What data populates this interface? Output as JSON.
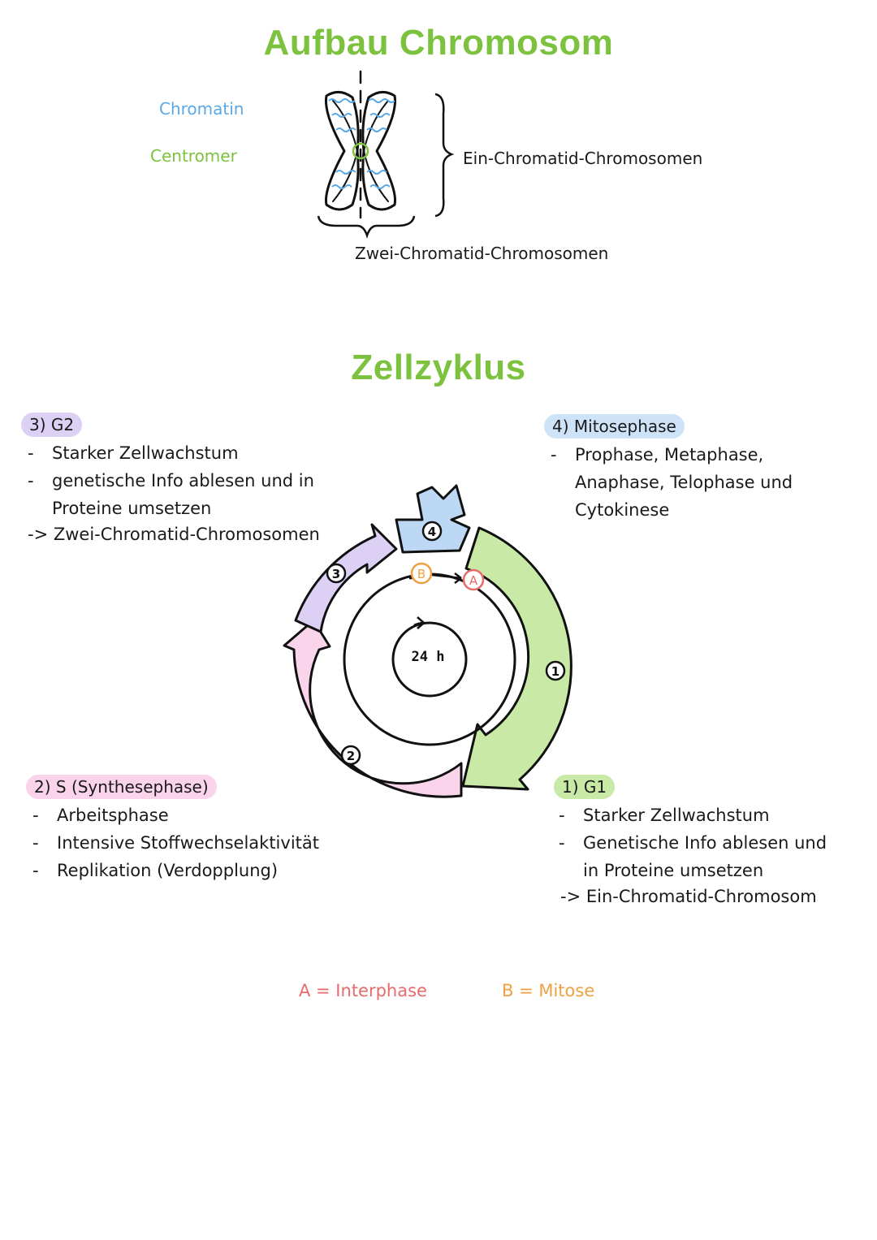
{
  "chromosome": {
    "title": "Aufbau Chromosom",
    "label_chromatin": "Chromatin",
    "label_centromer": "Centromer",
    "label_ein": "Ein-Chromatid-Chromosomen",
    "label_zwei": "Zwei-Chromatid-Chromosomen"
  },
  "cycle": {
    "title": "Zellzyklus",
    "center_label": "24 h",
    "numbers": [
      "1",
      "2",
      "3",
      "4"
    ],
    "marker_a": "A",
    "marker_b": "B"
  },
  "phases": {
    "g2": {
      "heading": "3) G2",
      "bullets": [
        "Starker Zellwachstum",
        "genetische Info ablesen und in",
        "Proteine umsetzen"
      ],
      "result": "-> Zwei-Chromatid-Chromosomen"
    },
    "mitose": {
      "heading": "4) Mitosephase",
      "bullets": [
        "Prophase, Metaphase,",
        "Anaphase, Telophase und",
        "Cytokinese"
      ]
    },
    "s": {
      "heading": "2) S (Synthesephase)",
      "bullets": [
        "Arbeitsphase",
        "Intensive Stoffwechselaktivität",
        "Replikation (Verdopplung)"
      ]
    },
    "g1": {
      "heading": "1) G1",
      "bullets": [
        "Starker Zellwachstum",
        "Genetische Info ablesen und",
        "in Proteine umsetzen"
      ],
      "result": "-> Ein-Chromatid-Chromosom"
    }
  },
  "legend": {
    "a": "A = Interphase",
    "b": "B = Mitose"
  },
  "colors": {
    "green": "#7cc23f",
    "blue": "#5aa9e6",
    "g1_fill": "#c9eaa6",
    "s_fill": "#f9d4ea",
    "g2_fill": "#ddd0f5",
    "m_fill": "#bcd8f5",
    "orange": "#f0a040",
    "red": "#e86a6a"
  }
}
